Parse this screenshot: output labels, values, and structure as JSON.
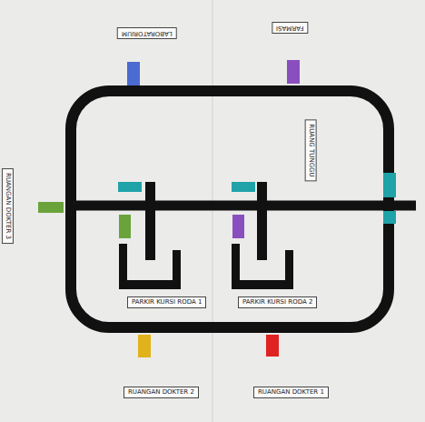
{
  "diagram": {
    "nodes": [
      {
        "text": [
          "LABORATORIUM"
        ]
      },
      {
        "text": [
          "FARMASI"
        ]
      },
      {
        "text": [
          "RUANG TUNGGU"
        ]
      },
      {
        "text": [
          "RUANGAN DOKTER 3"
        ]
      },
      {
        "text": [
          "PARKIR KURSI RODA 1"
        ]
      },
      {
        "text": [
          "PARKIR KURSI RODA 2"
        ]
      },
      {
        "text": [
          "RUANGAN DOKTER 2"
        ]
      },
      {
        "text": [
          "RUANGAN DOKTER 1"
        ]
      }
    ]
  }
}
